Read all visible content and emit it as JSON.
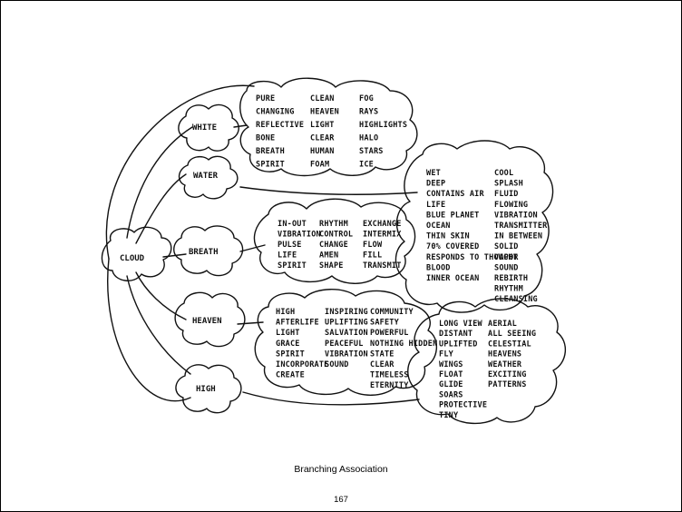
{
  "caption": "Branching Association",
  "page_number": "167",
  "diagram": {
    "root": "CLOUD",
    "branches": [
      {
        "label": "WHITE",
        "words": [
          "PURE",
          "CHANGING",
          "REFLECTIVE",
          "BONE",
          "BREATH",
          "SPIRIT",
          "CLEAN",
          "HEAVEN",
          "LIGHT",
          "CLEAR",
          "HUMAN",
          "FOAM",
          "FOG",
          "RAYS",
          "HIGHLIGHTS",
          "HALO",
          "STARS",
          "ICE"
        ]
      },
      {
        "label": "WATER",
        "words": [
          "WET",
          "DEEP",
          "CONTAINS AIR",
          "LIFE",
          "BLUE PLANET",
          "OCEAN",
          "THIN SKIN",
          "70% COVERED",
          "RESPONDS TO THOUGHT",
          "BLOOD",
          "INNER OCEAN",
          "COOL",
          "SPLASH",
          "FLUID",
          "FLOWING",
          "VIBRATION",
          "TRANSMITTER",
          "IN BETWEEN",
          "SOLID",
          "VAPOR",
          "SOUND",
          "REBIRTH",
          "RHYTHM",
          "CLEANSING"
        ]
      },
      {
        "label": "BREATH",
        "words": [
          "IN-OUT",
          "VIBRATION",
          "PULSE",
          "LIFE",
          "SPIRIT",
          "RHYTHM",
          "CONTROL",
          "CHANGE",
          "AMEN",
          "SHAPE",
          "EXCHANGE",
          "INTERMIX",
          "FLOW",
          "FILL",
          "TRANSMIT"
        ]
      },
      {
        "label": "HEAVEN",
        "words": [
          "HIGH",
          "AFTERLIFE",
          "LIGHT",
          "GRACE",
          "SPIRIT",
          "INCORPORATE",
          "CREATE",
          "INSPIRING",
          "UPLIFTING",
          "SALVATION",
          "PEACEFUL",
          "VIBRATION",
          "SOUND",
          "COMMUNITY",
          "SAFETY",
          "POWERFUL",
          "NOTHING HIDDEN",
          "STATE",
          "CLEAR",
          "TIMELESS",
          "ETERNITY"
        ]
      },
      {
        "label": "HIGH",
        "words": [
          "LONG VIEW",
          "DISTANT",
          "UPLIFTED",
          "FLY",
          "WINGS",
          "FLOAT",
          "GLIDE",
          "SOARS",
          "PROTECTIVE",
          "TINY",
          "AERIAL",
          "ALL SEEING",
          "CELESTIAL",
          "HEAVENS",
          "WEATHER",
          "EXCITING",
          "PATTERNS"
        ]
      }
    ]
  }
}
